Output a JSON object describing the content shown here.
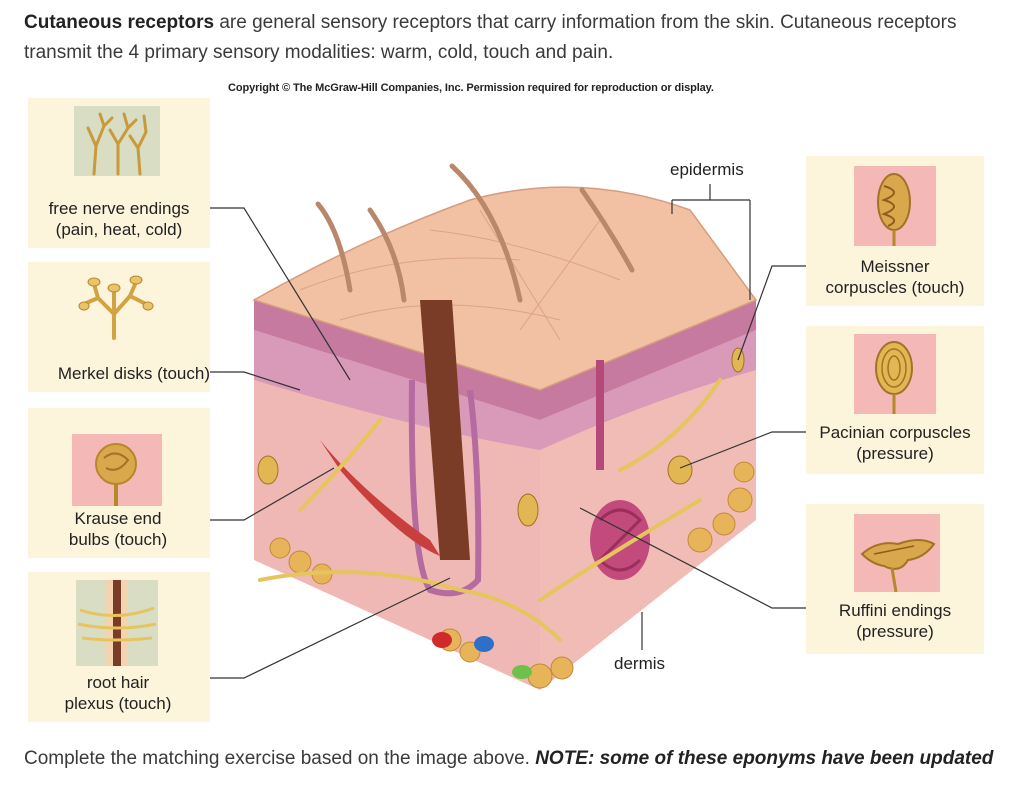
{
  "intro": {
    "term": "Cutaneous receptors",
    "text": " are general sensory receptors that carry information from the skin. Cutaneous receptors transmit the 4 primary sensory modalities: warm, cold, touch and pain."
  },
  "figure": {
    "copyright": "Copyright © The McGraw-Hill Companies, Inc. Permission required for reproduction or display.",
    "left_labels": {
      "free_nerve": "free nerve endings\n(pain, heat, cold)",
      "merkel": "Merkel disks (touch)",
      "krause": "Krause end\nbulbs (touch)",
      "root_hair": "root hair\nplexus (touch)"
    },
    "right_labels": {
      "meissner": "Meissner\ncorpuscles (touch)",
      "pacinian": "Pacinian corpuscles\n(pressure)",
      "ruffini": "Ruffini endings\n(pressure)"
    },
    "layer_labels": {
      "epidermis": "epidermis",
      "dermis": "dermis"
    }
  },
  "note": {
    "prefix": "Complete the matching exercise based on the image above. ",
    "emphasis": "NOTE: some of these eponyms have been updated"
  }
}
